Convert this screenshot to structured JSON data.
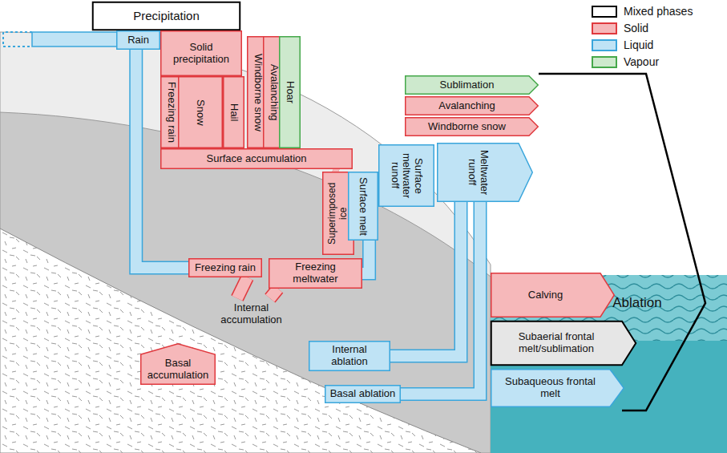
{
  "diagram": {
    "nodes": [
      {
        "text": [
          "Precipitation"
        ]
      },
      {
        "text": [
          "Rain"
        ]
      },
      {
        "text": [
          "Solid precipitation"
        ]
      },
      {
        "text": [
          "Freezing rain"
        ]
      },
      {
        "text": [
          "Snow"
        ]
      },
      {
        "text": [
          "Hail"
        ]
      },
      {
        "text": [
          "Windborne snow"
        ]
      },
      {
        "text": [
          "Avalanching"
        ]
      },
      {
        "text": [
          "Hoar"
        ]
      },
      {
        "text": [
          "Sublimation"
        ]
      },
      {
        "text": [
          "Avalanching"
        ]
      },
      {
        "text": [
          "Windborne snow"
        ]
      },
      {
        "text": [
          "Surface accumulation"
        ]
      },
      {
        "text": [
          "Superimposed ice"
        ]
      },
      {
        "text": [
          "Surface melt"
        ]
      },
      {
        "text": [
          "Surface meltwater runoff"
        ]
      },
      {
        "text": [
          "Meltwater runoff"
        ]
      },
      {
        "text": [
          "Ablation"
        ]
      },
      {
        "text": [
          "Freezing rain"
        ]
      },
      {
        "text": [
          "Freezing meltwater"
        ]
      },
      {
        "text": [
          "Internal accumulation"
        ]
      },
      {
        "text": [
          "Calving"
        ]
      },
      {
        "text": [
          "Internal ablation"
        ]
      },
      {
        "text": [
          "Subaerial frontal melt/sublimation"
        ]
      },
      {
        "text": [
          "Basal ablation"
        ]
      },
      {
        "text": [
          "Subaqueous frontal melt"
        ]
      },
      {
        "text": [
          "Basal accumulation"
        ]
      }
    ],
    "edges": [
      {
        "from": 1,
        "to": 18,
        "arrow": "none"
      },
      {
        "from": 12,
        "to": 13,
        "arrow": "none"
      },
      {
        "from": 18,
        "to": 20,
        "arrow": "none"
      },
      {
        "from": 19,
        "to": 20,
        "arrow": "none"
      },
      {
        "from": 14,
        "to": 19,
        "arrow": "none"
      },
      {
        "from": 22,
        "to": 16,
        "arrow": "none"
      },
      {
        "from": 24,
        "to": 16,
        "arrow": "none"
      }
    ],
    "legend": [
      {
        "text": "Mixed phases"
      },
      {
        "text": "Solid",
        "color": "#f6b8ba"
      },
      {
        "text": "Liquid",
        "color": "#bfe3f5"
      },
      {
        "text": "Vapour",
        "color": "#cde9cd"
      }
    ]
  }
}
